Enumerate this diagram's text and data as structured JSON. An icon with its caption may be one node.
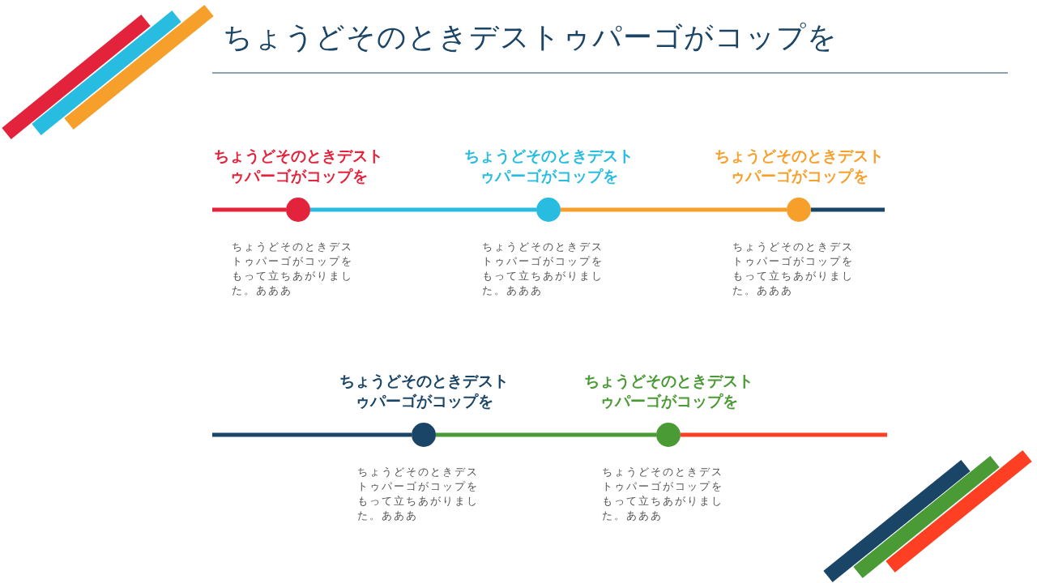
{
  "diagram": {
    "title": "ちょうどそのときデストゥパーゴがコップを",
    "nodes": [
      {
        "text": [],
        "shape": "circle",
        "beside": [
          "ちょうどそのときデストゥパーゴがコップを",
          "ちょうどそのときデストゥパーゴがコップをもって立ちあがりました。あああ"
        ]
      },
      {
        "text": [],
        "shape": "circle",
        "beside": [
          "ちょうどそのときデストゥパーゴがコップを",
          "ちょうどそのときデストゥパーゴがコップをもって立ちあがりました。あああ"
        ]
      },
      {
        "text": [],
        "shape": "circle",
        "beside": [
          "ちょうどそのときデストゥパーゴがコップを",
          "ちょうどそのときデストゥパーゴがコップをもって立ちあがりました。あああ"
        ]
      },
      {
        "text": [],
        "shape": "circle",
        "beside": [
          "ちょうどそのときデストゥパーゴがコップを",
          "ちょうどそのときデストゥパーゴがコップをもって立ちあがりました。あああ"
        ]
      },
      {
        "text": [],
        "shape": "circle",
        "beside": [
          "ちょうどそのときデストゥパーゴがコップを",
          "ちょうどそのときデストゥパーゴがコップをもって立ちあがりました。あああ"
        ]
      }
    ],
    "edges": [
      {
        "from": null,
        "to": 0,
        "arrow": "none",
        "color": "#e3223c"
      },
      {
        "from": 0,
        "to": 1,
        "arrow": "none",
        "color": "#27bce0"
      },
      {
        "from": 1,
        "to": 2,
        "arrow": "none",
        "color": "#f6a02b"
      },
      {
        "from": 2,
        "to": null,
        "arrow": "none",
        "color": "#1b4567"
      },
      {
        "from": null,
        "to": 3,
        "arrow": "none",
        "color": "#1b4567"
      },
      {
        "from": 3,
        "to": 4,
        "arrow": "none",
        "color": "#4a9a35"
      },
      {
        "from": 4,
        "to": null,
        "arrow": "none",
        "color": "#fe3f23"
      }
    ]
  }
}
